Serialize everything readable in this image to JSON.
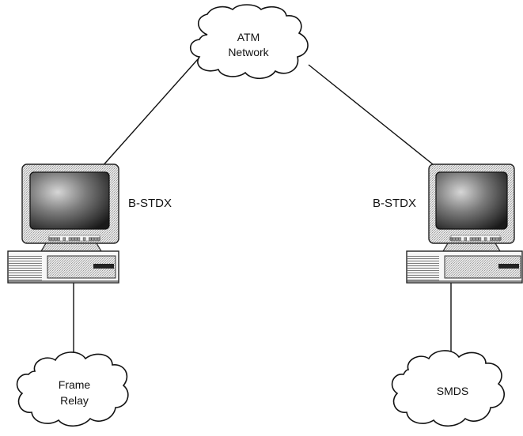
{
  "diagram": {
    "clouds": {
      "atm": {
        "line1": "ATM",
        "line2": "Network"
      },
      "frame_relay": {
        "line1": "Frame",
        "line2": "Relay"
      },
      "smds": {
        "line1": "SMDS"
      }
    },
    "switches": {
      "left": {
        "label": "B-STDX",
        "badge": "▤▤▤▤ ▤ ▤▤▤▤ ▤ ▤▤▤▤"
      },
      "right": {
        "label": "B-STDX",
        "badge": "▤▤▤▤ ▤ ▤▤▤▤ ▤ ▤▤▤▤"
      }
    }
  }
}
